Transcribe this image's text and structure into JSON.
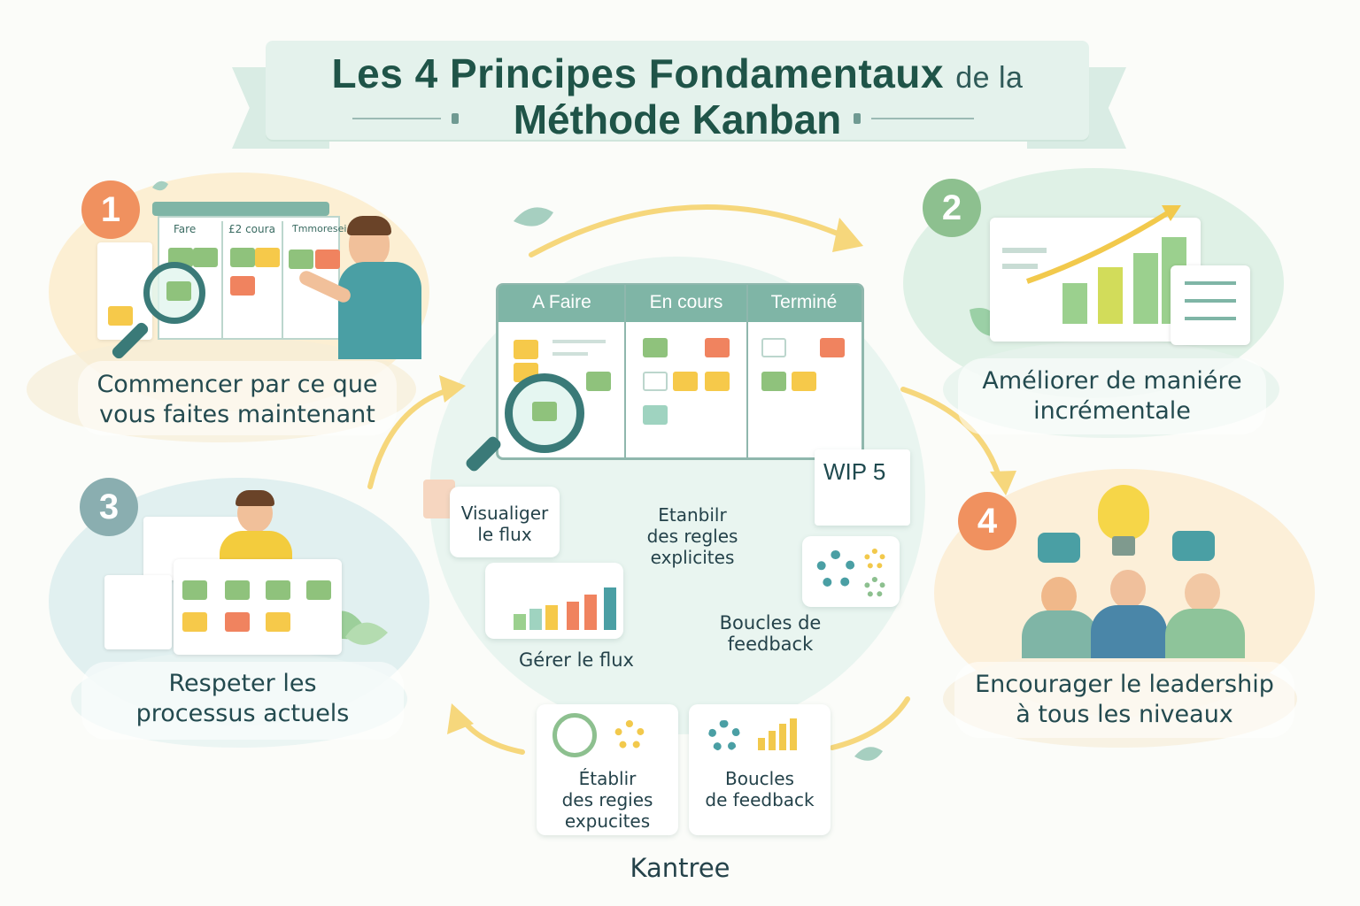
{
  "title": {
    "line1_main": "Les 4 Principes Fondamentaux",
    "line1_small": "de la",
    "line2": "Méthode Kanban"
  },
  "principles": [
    {
      "number": "1",
      "caption_l1": "Commencer par ce que",
      "caption_l2": "vous faites maintenant",
      "color": "#f0915f"
    },
    {
      "number": "2",
      "caption_l1": "Améliorer de maniére",
      "caption_l2": "incrémentale",
      "color": "#8dc08f"
    },
    {
      "number": "3",
      "caption_l1": "Respeter les",
      "caption_l2": "processus actuels",
      "color": "#8aaeb0"
    },
    {
      "number": "4",
      "caption_l1": "Encourager le leadership",
      "caption_l2": "à tous les niveaux",
      "color": "#f0915f"
    }
  ],
  "mini_board_1": {
    "col1": "Fare",
    "col2": "£2 coura",
    "col3": "Ƭmmoresei"
  },
  "board": {
    "columns": [
      "A Faire",
      "En cours",
      "Terminé"
    ],
    "wip": "WIP 5"
  },
  "practices": {
    "visualize_l1": "Visualiger",
    "visualize_l2": "le flux",
    "establish_l1": "Etanbilr",
    "establish_l2": "des regles",
    "establish_l3": "explicites",
    "manage": "Gérer le flux",
    "feedback_l1": "Boucles de",
    "feedback_l2": "feedback",
    "bottom_establish_l1": "Établir",
    "bottom_establish_l2": "des regies",
    "bottom_establish_l3": "expucites",
    "bottom_feedback_l1": "Boucles",
    "bottom_feedback_l2": "de feedback"
  },
  "brand": "Kantree"
}
